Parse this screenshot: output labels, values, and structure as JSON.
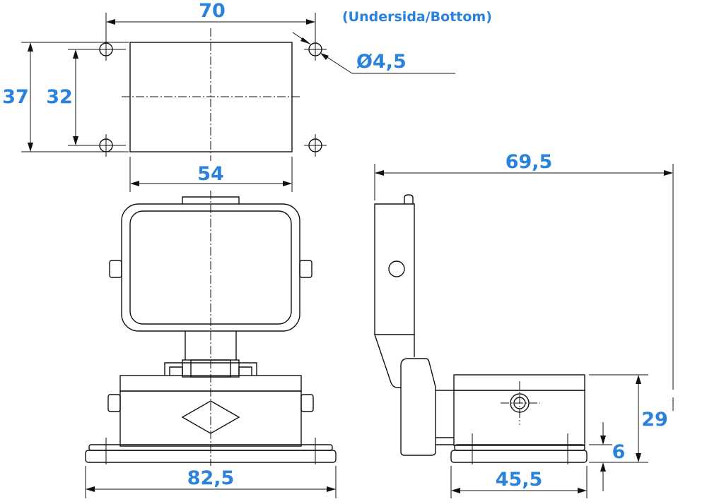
{
  "labels": {
    "note_bottom": "(Undersida/Bottom)",
    "hole_diameter": "Ø4,5",
    "dim_70": "70",
    "dim_37": "37",
    "dim_32": "32",
    "dim_54": "54",
    "dim_82_5": "82,5",
    "dim_69_5": "69,5",
    "dim_29": "29",
    "dim_6": "6",
    "dim_45_5": "45,5"
  },
  "colors": {
    "dimension_text": "#2a82da",
    "line": "#111111"
  }
}
